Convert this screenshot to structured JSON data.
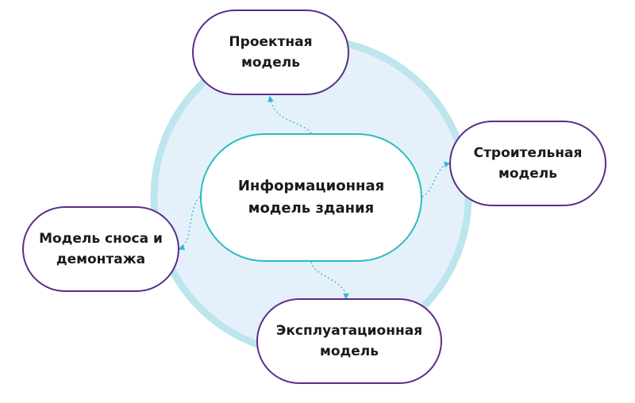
{
  "colors": {
    "circle_fill": "#e4f1fa",
    "circle_ring": "#bde5ee",
    "node_border": "#5b2d86",
    "center_border": "#2bbcc0",
    "connector": "#3bb4d6"
  },
  "nodes": {
    "center": "Информационная\nмодель здания",
    "top": "Проектная\nмодель",
    "right": "Строительная\nмодель",
    "bottom": "Эксплуатационная\nмодель",
    "left": "Модель сноса и\nдемонтажа"
  }
}
